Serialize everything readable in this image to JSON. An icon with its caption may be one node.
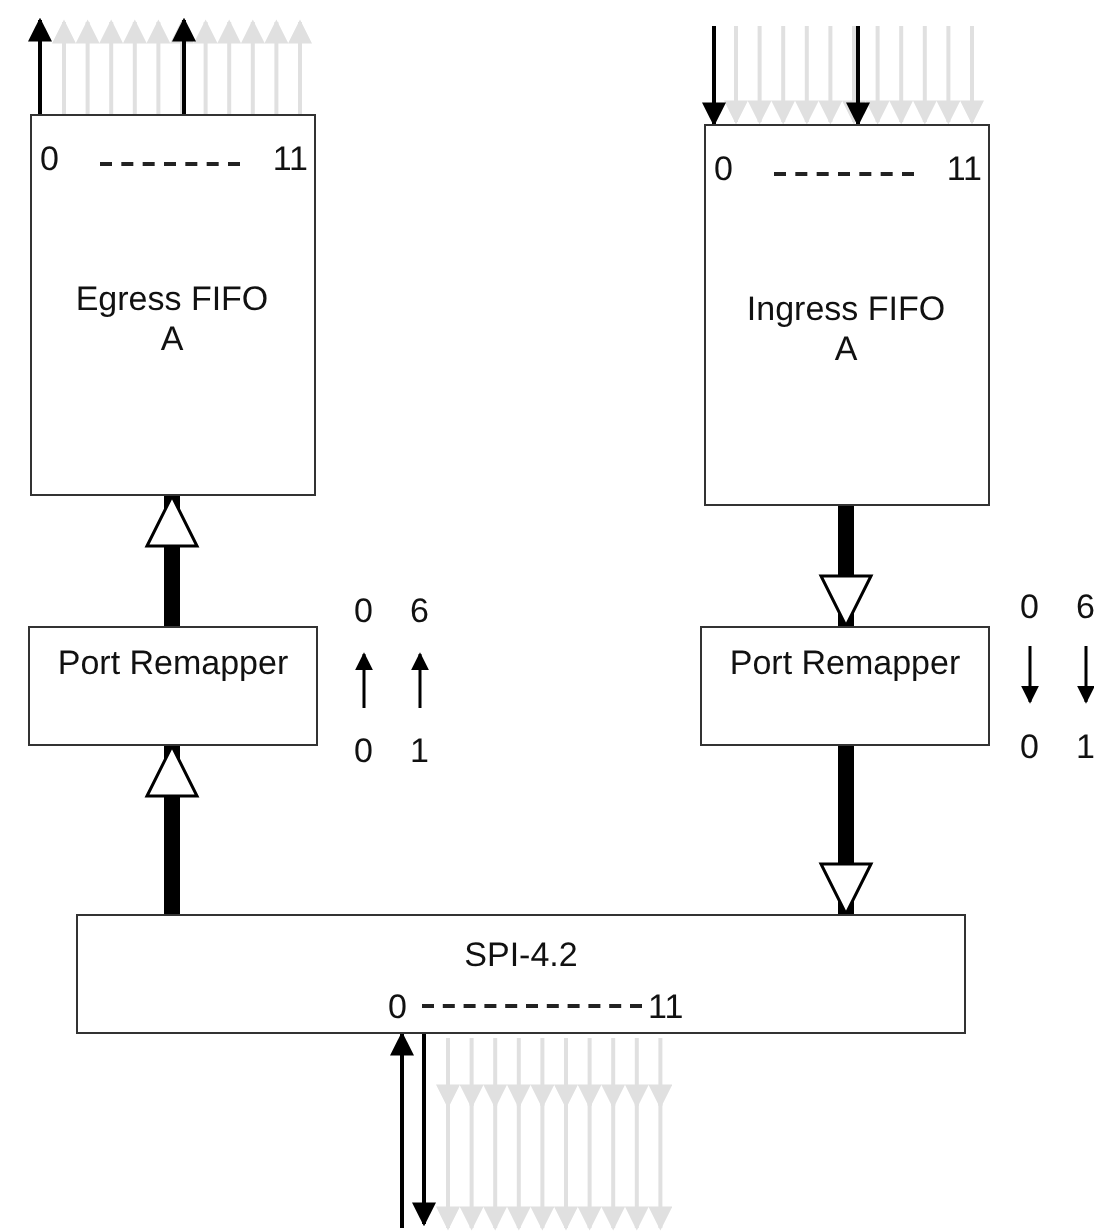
{
  "diagram": {
    "nodes": [
      {
        "text": [
          "0",
          "11",
          "Egress FIFO A"
        ]
      },
      {
        "text": [
          "0",
          "11",
          "Ingress FIFO A"
        ]
      },
      {
        "text": [
          "Port Remapper"
        ]
      },
      {
        "text": [
          "Port Remapper"
        ]
      },
      {
        "text": [
          "SPI-4.2",
          "0",
          "11"
        ]
      }
    ],
    "edges": [
      {
        "from": 0,
        "to": null,
        "arrow": "to"
      },
      {
        "from": 0,
        "to": null,
        "arrow": "to"
      },
      {
        "from": null,
        "to": 1,
        "arrow": "to"
      },
      {
        "from": null,
        "to": 1,
        "arrow": "to"
      },
      {
        "from": 2,
        "to": 0,
        "arrow": "to",
        "style": "thick"
      },
      {
        "from": 1,
        "to": 3,
        "arrow": "to",
        "style": "thick"
      },
      {
        "from": 4,
        "to": 2,
        "arrow": "to",
        "style": "thick"
      },
      {
        "from": 3,
        "to": 4,
        "arrow": "to",
        "style": "thick"
      },
      {
        "from": null,
        "to": 4,
        "arrow": "to"
      },
      {
        "from": 4,
        "to": null,
        "arrow": "to"
      }
    ],
    "labels": [
      "0",
      "6",
      "0",
      "1",
      "0",
      "6",
      "0",
      "1"
    ]
  }
}
